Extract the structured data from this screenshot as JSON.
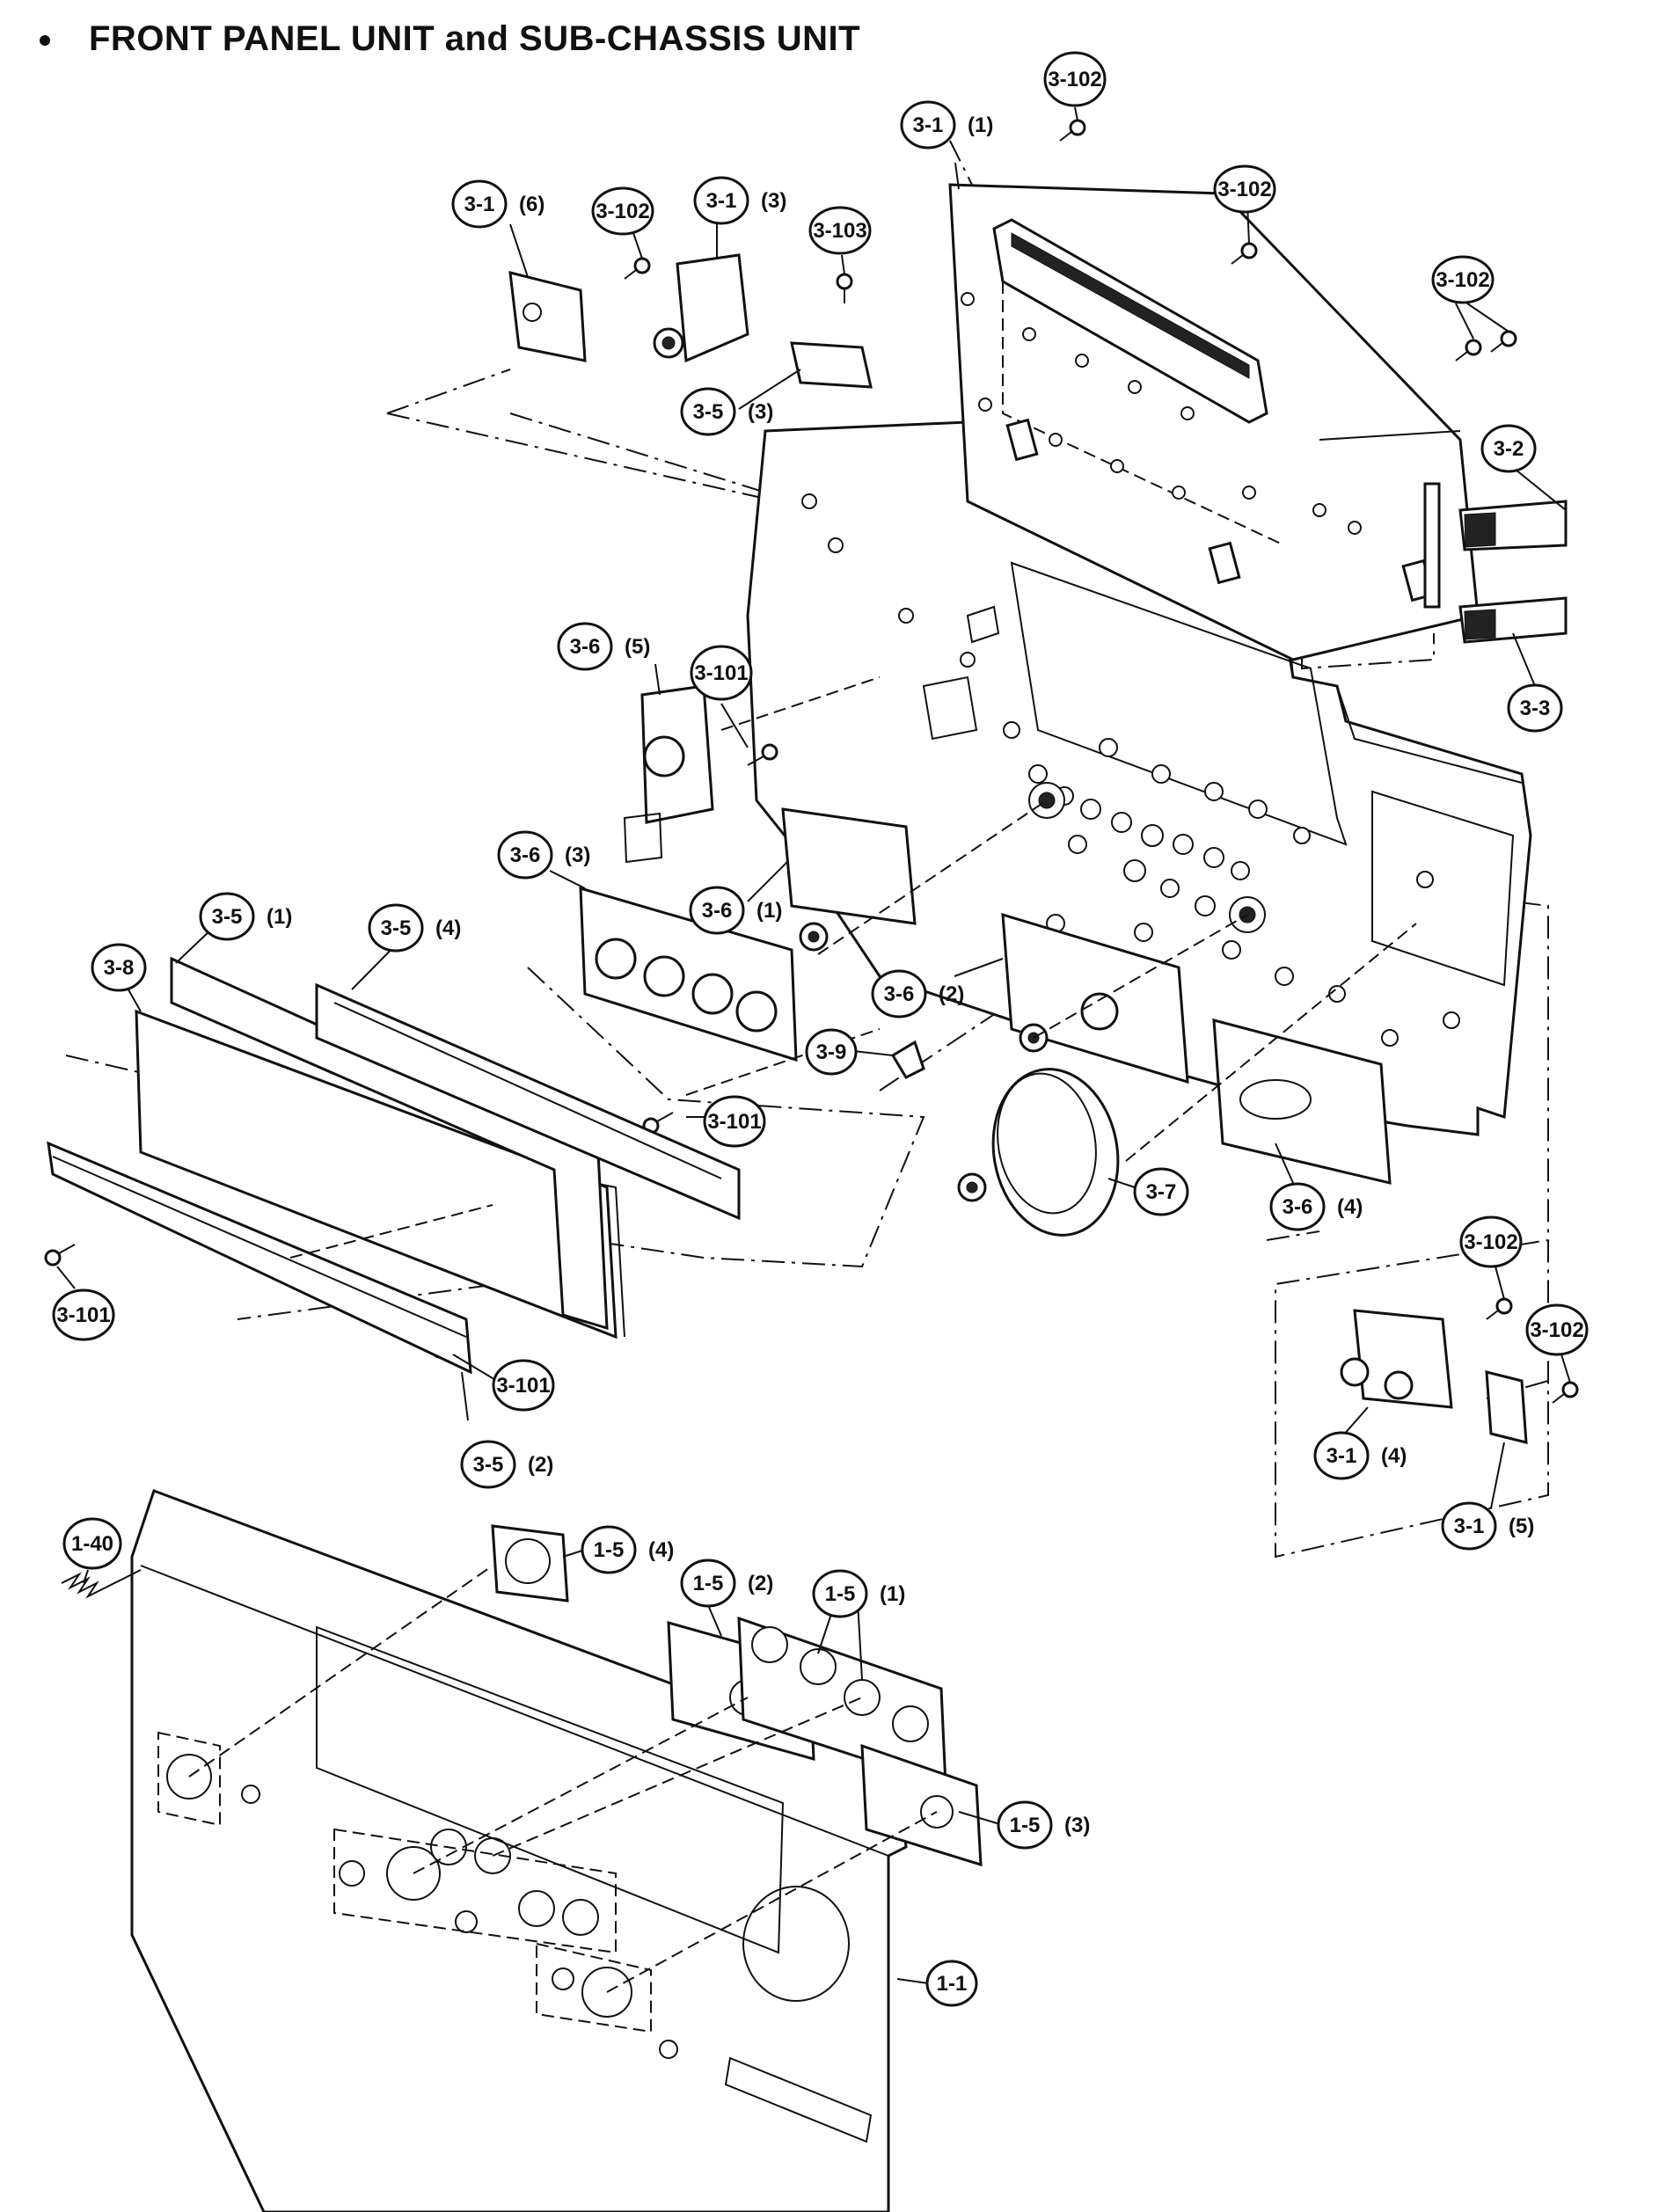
{
  "title": "FRONT PANEL UNIT and SUB-CHASSIS UNIT",
  "callouts": [
    {
      "id": "c-3-1-1",
      "ref": "3-1",
      "sub": "(1)"
    },
    {
      "id": "c-3-102-top",
      "ref": "3-102",
      "sub": ""
    },
    {
      "id": "c-3-102-b",
      "ref": "3-102",
      "sub": ""
    },
    {
      "id": "c-3-102-c",
      "ref": "3-102",
      "sub": ""
    },
    {
      "id": "c-3-1-6",
      "ref": "3-1",
      "sub": "(6)"
    },
    {
      "id": "c-3-102-d",
      "ref": "3-102",
      "sub": ""
    },
    {
      "id": "c-3-1-3",
      "ref": "3-1",
      "sub": "(3)"
    },
    {
      "id": "c-3-103",
      "ref": "3-103",
      "sub": ""
    },
    {
      "id": "c-3-5-3",
      "ref": "3-5",
      "sub": "(3)"
    },
    {
      "id": "c-3-2",
      "ref": "3-2",
      "sub": ""
    },
    {
      "id": "c-3-3",
      "ref": "3-3",
      "sub": ""
    },
    {
      "id": "c-3-6-5",
      "ref": "3-6",
      "sub": "(5)"
    },
    {
      "id": "c-3-101-a",
      "ref": "3-101",
      "sub": ""
    },
    {
      "id": "c-3-6-3",
      "ref": "3-6",
      "sub": "(3)"
    },
    {
      "id": "c-3-6-1",
      "ref": "3-6",
      "sub": "(1)"
    },
    {
      "id": "c-3-5-1",
      "ref": "3-5",
      "sub": "(1)"
    },
    {
      "id": "c-3-5-4",
      "ref": "3-5",
      "sub": "(4)"
    },
    {
      "id": "c-3-8",
      "ref": "3-8",
      "sub": ""
    },
    {
      "id": "c-3-6-2",
      "ref": "3-6",
      "sub": "(2)"
    },
    {
      "id": "c-3-9",
      "ref": "3-9",
      "sub": ""
    },
    {
      "id": "c-3-101-b",
      "ref": "3-101",
      "sub": ""
    },
    {
      "id": "c-3-7",
      "ref": "3-7",
      "sub": ""
    },
    {
      "id": "c-3-6-4",
      "ref": "3-6",
      "sub": "(4)"
    },
    {
      "id": "c-3-101-c",
      "ref": "3-101",
      "sub": ""
    },
    {
      "id": "c-3-101-d",
      "ref": "3-101",
      "sub": ""
    },
    {
      "id": "c-3-5-2",
      "ref": "3-5",
      "sub": "(2)"
    },
    {
      "id": "c-3-102-e",
      "ref": "3-102",
      "sub": ""
    },
    {
      "id": "c-3-102-f",
      "ref": "3-102",
      "sub": ""
    },
    {
      "id": "c-3-1-4",
      "ref": "3-1",
      "sub": "(4)"
    },
    {
      "id": "c-3-1-5",
      "ref": "3-1",
      "sub": "(5)"
    },
    {
      "id": "c-1-40",
      "ref": "1-40",
      "sub": ""
    },
    {
      "id": "c-1-5-4",
      "ref": "1-5",
      "sub": "(4)"
    },
    {
      "id": "c-1-5-2",
      "ref": "1-5",
      "sub": "(2)"
    },
    {
      "id": "c-1-5-1",
      "ref": "1-5",
      "sub": "(1)"
    },
    {
      "id": "c-1-5-3",
      "ref": "1-5",
      "sub": "(3)"
    },
    {
      "id": "c-1-1",
      "ref": "1-1",
      "sub": ""
    }
  ]
}
